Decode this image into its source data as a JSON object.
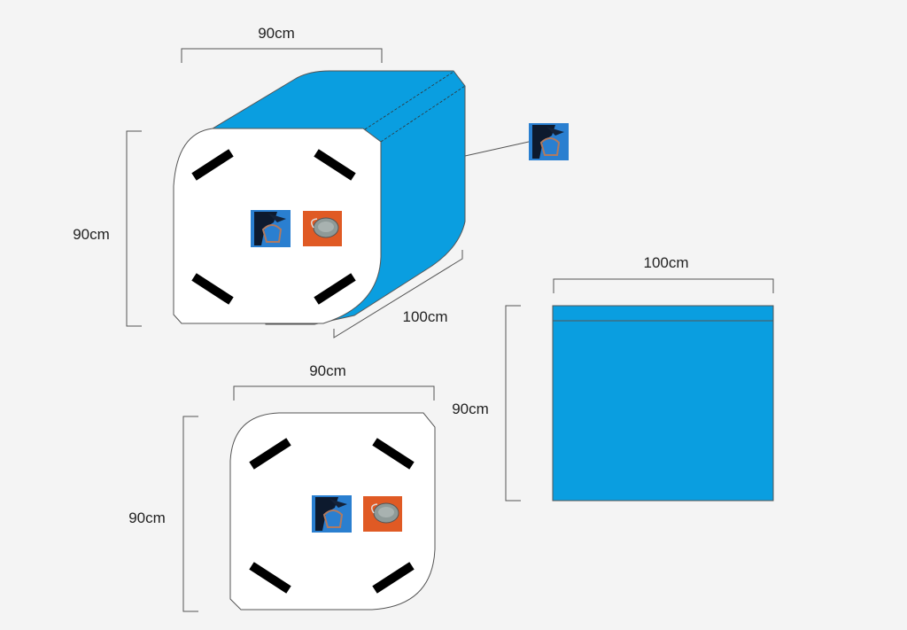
{
  "colors": {
    "fabric": "#0a9ee0",
    "face": "#ffffff",
    "strap": "#000000",
    "background": "#f4f4f4",
    "line": "#555555"
  },
  "isometric_view": {
    "width_label": "90cm",
    "height_label": "90cm",
    "depth_label": "100cm",
    "icons": [
      "handle-photo-icon",
      "valve-photo-icon"
    ],
    "callout_icon": "handle-photo-icon"
  },
  "side_view": {
    "width_label": "100cm",
    "height_label": "90cm"
  },
  "front_view": {
    "width_label": "90cm",
    "height_label": "90cm",
    "icons": [
      "handle-photo-icon",
      "valve-photo-icon"
    ]
  }
}
